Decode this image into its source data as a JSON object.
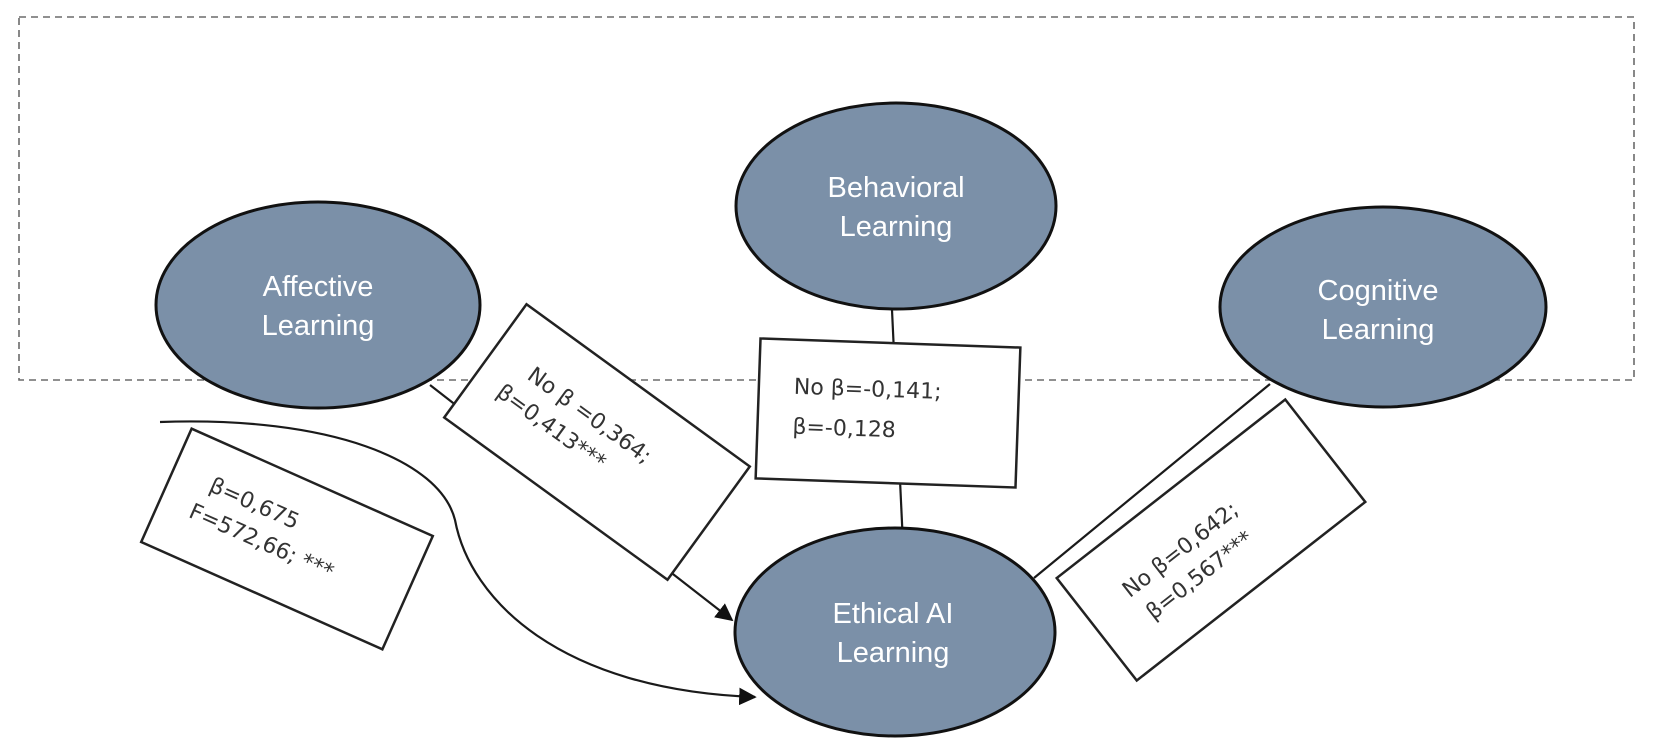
{
  "diagram": {
    "type": "path-model",
    "colors": {
      "node_fill": "#7b90a8",
      "node_stroke": "#111111",
      "node_text": "#ffffff",
      "box_text": "#333333",
      "frame": "#6b6b6b"
    },
    "nodes": {
      "affective": {
        "line1": "Affective",
        "line2": "Learning"
      },
      "behavioral": {
        "line1": "Behavioral",
        "line2": "Learning"
      },
      "cognitive": {
        "line1": "Cognitive",
        "line2": "Learning"
      },
      "ethical": {
        "line1": "Ethical AI",
        "line2": "Learning"
      }
    },
    "edge_labels": {
      "affective_to_ethical": {
        "line1": "No β =0,364;",
        "line2": "β=0,413***"
      },
      "behavioral_to_ethical": {
        "line1": "No β=-0,141;",
        "line2": "β=-0,128"
      },
      "cognitive_to_ethical": {
        "line1": "No β=0,642;",
        "line2": "β=0,567***"
      },
      "group_to_ethical": {
        "line1": "β=0,675",
        "line2": "F=572,66; ***"
      }
    },
    "edges": [
      {
        "from": "affective",
        "to": "ethical",
        "label": "affective_to_ethical"
      },
      {
        "from": "behavioral",
        "to": "ethical",
        "label": "behavioral_to_ethical"
      },
      {
        "from": "cognitive",
        "to": "ethical",
        "label": "cognitive_to_ethical"
      },
      {
        "from": "learning-group",
        "to": "ethical",
        "label": "group_to_ethical"
      }
    ]
  }
}
